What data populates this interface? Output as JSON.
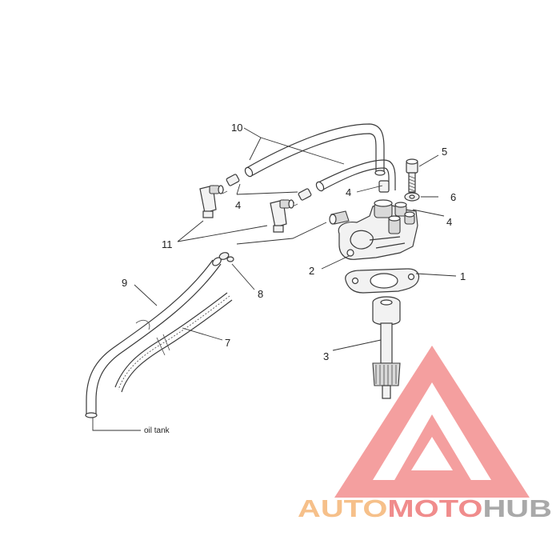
{
  "labels": {
    "l1": "1",
    "l2": "2",
    "l3": "3",
    "l4a": "4",
    "l4b": "4",
    "l4c": "4",
    "l5": "5",
    "l6": "6",
    "l7": "7",
    "l8": "8",
    "l9": "9",
    "l10": "10",
    "l11": "11",
    "oil_tank": "oil tank"
  },
  "watermark": {
    "part1": "AUTO",
    "part2": "MOTO",
    "part3": "HUB",
    "colors": {
      "auto": "#f6c08a",
      "moto": "#f08c8c",
      "hub": "#a9a9a9",
      "logo": "#f28a8a"
    }
  }
}
